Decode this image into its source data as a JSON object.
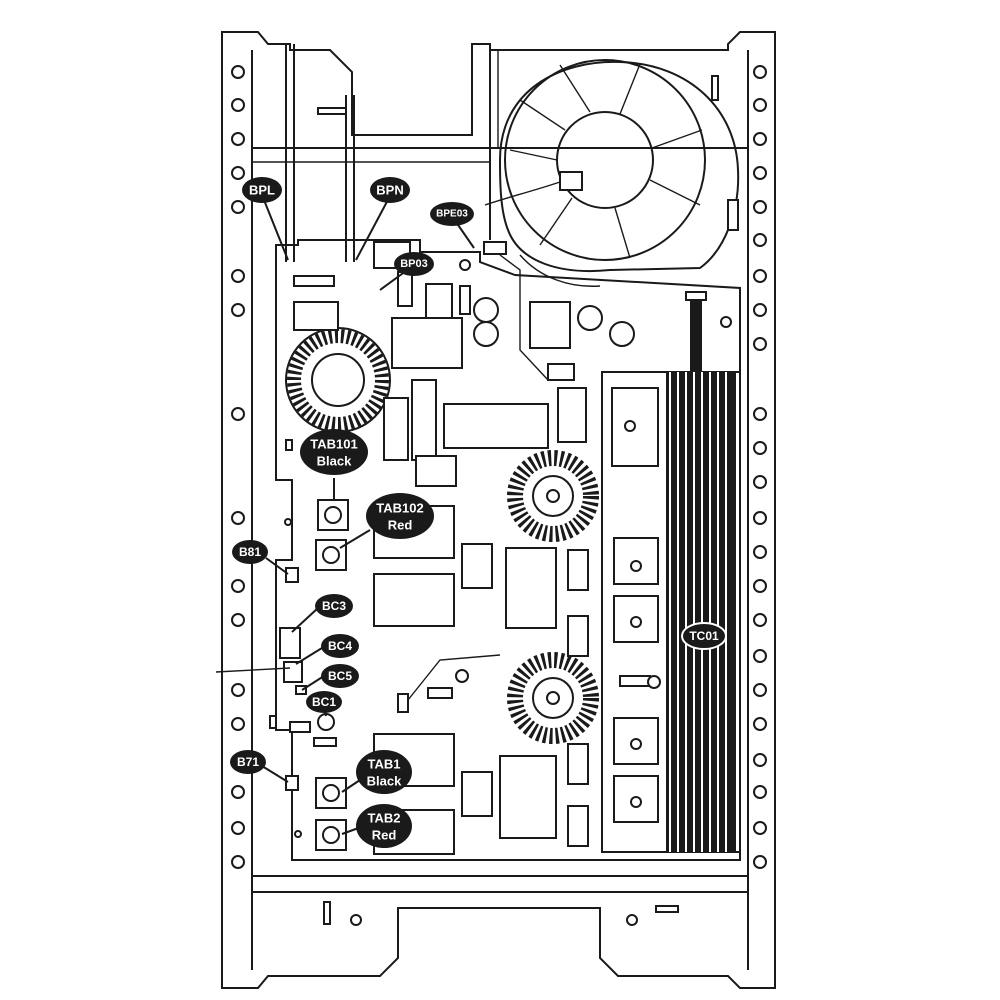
{
  "callouts": {
    "bpl": "BPL",
    "bpn": "BPN",
    "bpe03": "BPE03",
    "bp03": "BP03",
    "tab101_line1": "TAB101",
    "tab101_line2": "Black",
    "tab102_line1": "TAB102",
    "tab102_line2": "Red",
    "b81": "B81",
    "bc3": "BC3",
    "bc4": "BC4",
    "bc5": "BC5",
    "bc1": "BC1",
    "b71": "B71",
    "tab1_line1": "TAB1",
    "tab1_line2": "Black",
    "tab2_line1": "TAB2",
    "tab2_line2": "Red",
    "tc01": "TC01"
  },
  "colors": {
    "line": "#1a1a1a",
    "callout_fill": "#1a1a1a",
    "callout_text": "#ffffff",
    "background": "#ffffff"
  }
}
